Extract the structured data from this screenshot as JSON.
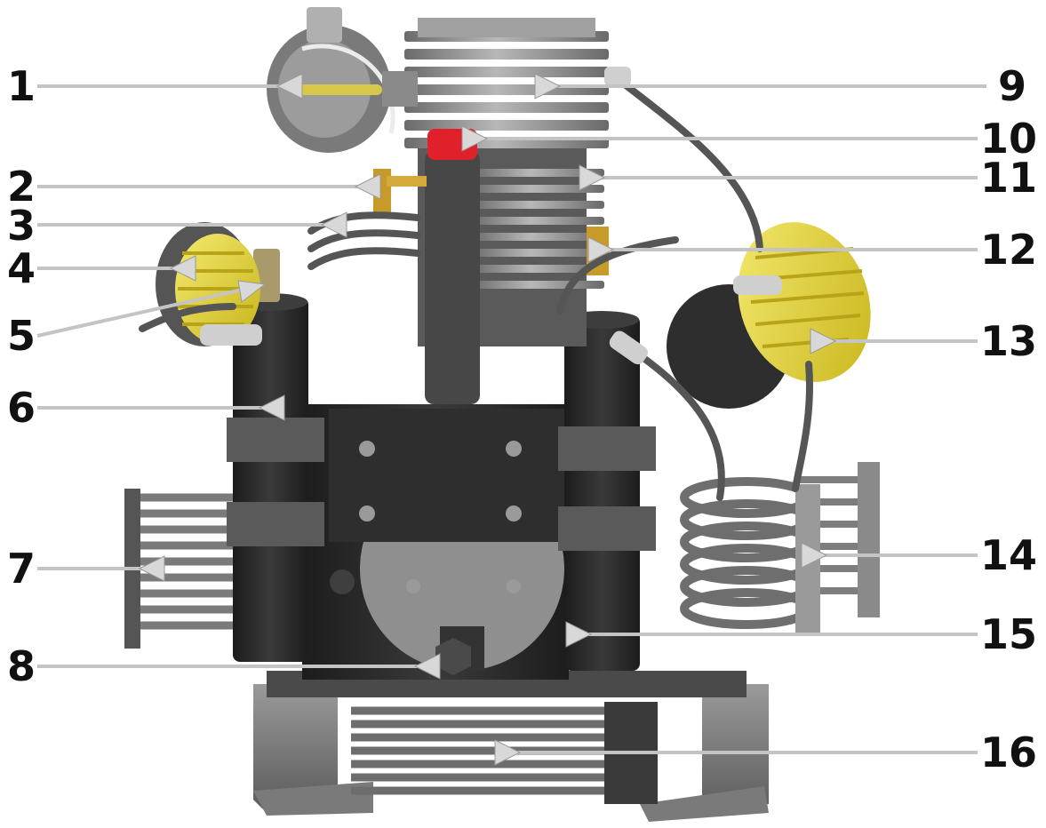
{
  "colors": {
    "label_text": "#111111",
    "leader_line": "#c4c4c4",
    "compressor_body": "#2b2b2b",
    "cylinder_fins": "#8a8a8a",
    "valve_heads": "#e6d42a",
    "cap": "#e0202a",
    "brass": "#c79a2a",
    "frame": "#6e6e6e"
  },
  "callouts_left": [
    {
      "id": "1",
      "label": "1"
    },
    {
      "id": "2",
      "label": "2"
    },
    {
      "id": "3",
      "label": "3"
    },
    {
      "id": "4",
      "label": "4"
    },
    {
      "id": "5",
      "label": "5"
    },
    {
      "id": "6",
      "label": "6"
    },
    {
      "id": "7",
      "label": "7"
    },
    {
      "id": "8",
      "label": "8"
    }
  ],
  "callouts_right": [
    {
      "id": "9",
      "label": "9"
    },
    {
      "id": "10",
      "label": "10"
    },
    {
      "id": "11",
      "label": "11"
    },
    {
      "id": "12",
      "label": "12"
    },
    {
      "id": "13",
      "label": "13"
    },
    {
      "id": "14",
      "label": "14"
    },
    {
      "id": "15",
      "label": "15"
    },
    {
      "id": "16",
      "label": "16"
    }
  ]
}
